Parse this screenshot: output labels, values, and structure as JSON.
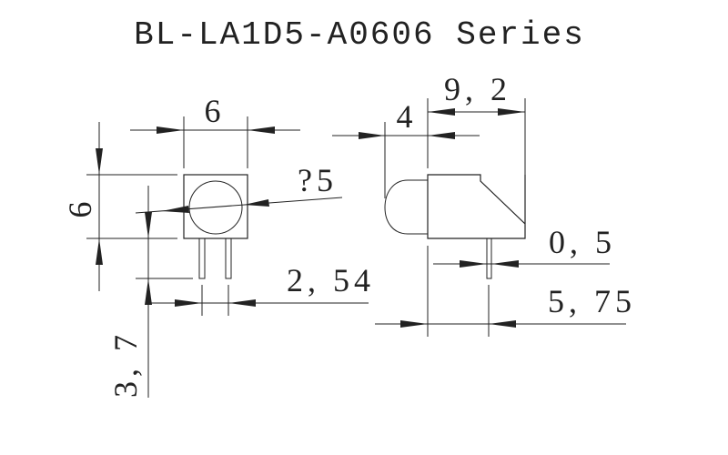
{
  "title": "BL-LA1D5-A0606 Series",
  "front_view": {
    "width_label": "6",
    "height_label": "6",
    "diameter_label": "?5",
    "pin_pitch_label": "2, 54",
    "pin_length_label": "3, 7"
  },
  "side_view": {
    "depth_label": "9, 2",
    "lens_label": "4",
    "pin_width_label": "0, 5",
    "pin_offset_label": "5, 75"
  }
}
